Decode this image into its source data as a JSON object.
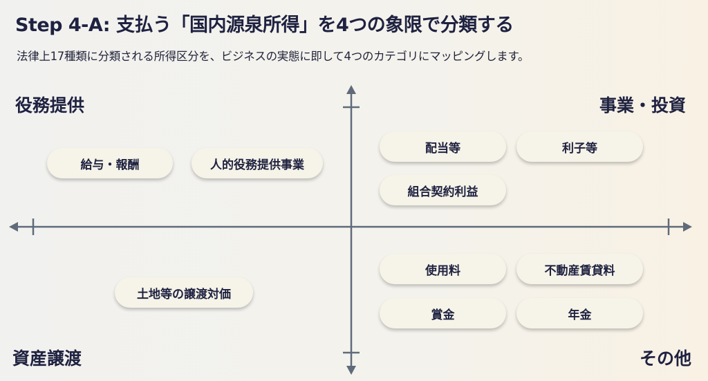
{
  "header": {
    "title": "Step 4-A: 支払う「国内源泉所得」を4つの象限で分類する",
    "subtitle": "法律上17種類に分類される所得区分を、ビジネスの実態に即して4つのカテゴリにマッピングします。"
  },
  "quadrants": {
    "top_left": {
      "label": "役務提供",
      "items": [
        "給与・報酬",
        "人的役務提供事業"
      ]
    },
    "top_right": {
      "label": "事業・投資",
      "items": [
        "配当等",
        "利子等",
        "組合契約利益"
      ]
    },
    "bottom_left": {
      "label": "資産譲渡",
      "items": [
        "土地等の譲渡対価"
      ]
    },
    "bottom_right": {
      "label": "その他",
      "items": [
        "使用料",
        "不動産賃貸料",
        "賞金",
        "年金"
      ]
    }
  },
  "colors": {
    "axis": "#5f6b7a",
    "pill": "#f6f3e8",
    "text": "#1e2140"
  }
}
